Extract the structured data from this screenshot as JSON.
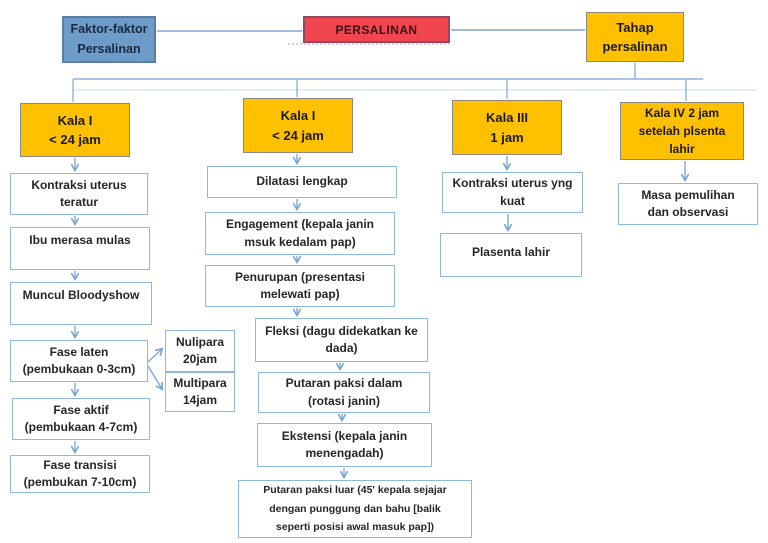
{
  "colors": {
    "node_yellow": "#FFC000",
    "node_red": "#F1464F",
    "node_blue": "#6D9CC8",
    "white_box_border": "#8FB8DF",
    "connector_blue": "#7FA9D6"
  },
  "nodes": {
    "faktor": "Faktor-faktor\nPersalinan",
    "persalinan": "PERSALINAN",
    "tahap": "Tahap\npersalinan",
    "kala1a": "Kala I\n< 24 jam",
    "kala1b": "Kala I\n< 24 jam",
    "kala3": "Kala III\n1 jam",
    "kala4": "Kala IV 2 jam\nsetelah plsenta\nlahir",
    "kontraksi_teratur": "Kontraksi uterus\nteratur",
    "ibu_mulas": "Ibu merasa mulas",
    "bloodyshow": "Muncul Bloodyshow",
    "fase_laten": "Fase laten\n(pembukaan 0-3cm)",
    "fase_aktif": "Fase aktif\n(pembukaan 4-7cm)",
    "fase_transisi": "Fase transisi\n(pembukan 7-10cm)",
    "nulipara": "Nulipara\n20jam",
    "multipara": "Multipara\n14jam",
    "dilatasi": "Dilatasi lengkap",
    "engagement": "Engagement (kepala janin\nmsuk kedalam pap)",
    "penurupan": "Penurupan (presentasi\nmelewati pap)",
    "fleksi": "Fleksi (dagu didekatkan ke\ndada)",
    "putaran_dalam": "Putaran paksi dalam\n(rotasi janin)",
    "ekstensi": "Ekstensi (kepala janin\nmenengadah)",
    "putaran_luar": "Putaran paksi luar (45' kepala sejajar\ndengan punggung dan bahu [balik\nseperti posisi awal masuk pap])",
    "kontraksi_kuat": "Kontraksi uterus yng\nkuat",
    "plasenta": "Plasenta lahir",
    "masa": "Masa pemulihan\ndan observasi"
  }
}
